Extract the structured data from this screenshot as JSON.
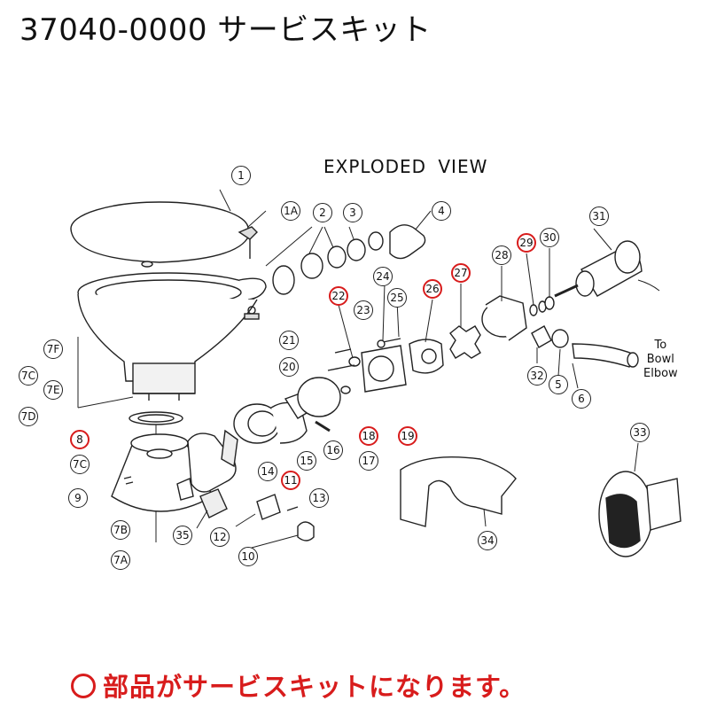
{
  "title": "37040-0000 サービスキット",
  "subtitle": "EXPLODED VIEW",
  "note": "部品がサービスキットになります。",
  "to_bowl": [
    "To",
    "Bowl",
    "Elbow"
  ],
  "highlight_color": "#d81c1c",
  "callouts": [
    {
      "id": "1",
      "label": "1",
      "red": false
    },
    {
      "id": "1A",
      "label": "1A",
      "red": false
    },
    {
      "id": "2",
      "label": "2",
      "red": false
    },
    {
      "id": "3",
      "label": "3",
      "red": false
    },
    {
      "id": "4",
      "label": "4",
      "red": false
    },
    {
      "id": "5",
      "label": "5",
      "red": false
    },
    {
      "id": "6",
      "label": "6",
      "red": false
    },
    {
      "id": "7A",
      "label": "7A",
      "red": false
    },
    {
      "id": "7B",
      "label": "7B",
      "red": false
    },
    {
      "id": "7C-top",
      "label": "7C",
      "red": false
    },
    {
      "id": "7C-bottom",
      "label": "7C",
      "red": false
    },
    {
      "id": "7D",
      "label": "7D",
      "red": false
    },
    {
      "id": "7E",
      "label": "7E",
      "red": false
    },
    {
      "id": "7F",
      "label": "7F",
      "red": false
    },
    {
      "id": "8",
      "label": "8",
      "red": true
    },
    {
      "id": "9",
      "label": "9",
      "red": false
    },
    {
      "id": "10",
      "label": "10",
      "red": false
    },
    {
      "id": "11",
      "label": "11",
      "red": true
    },
    {
      "id": "12",
      "label": "12",
      "red": false
    },
    {
      "id": "13",
      "label": "13",
      "red": false
    },
    {
      "id": "14",
      "label": "14",
      "red": false
    },
    {
      "id": "15",
      "label": "15",
      "red": false
    },
    {
      "id": "16",
      "label": "16",
      "red": false
    },
    {
      "id": "17",
      "label": "17",
      "red": false
    },
    {
      "id": "18",
      "label": "18",
      "red": true
    },
    {
      "id": "19",
      "label": "19",
      "red": true
    },
    {
      "id": "20",
      "label": "20",
      "red": false
    },
    {
      "id": "21",
      "label": "21",
      "red": false
    },
    {
      "id": "22",
      "label": "22",
      "red": true
    },
    {
      "id": "23",
      "label": "23",
      "red": false
    },
    {
      "id": "24",
      "label": "24",
      "red": false
    },
    {
      "id": "25",
      "label": "25",
      "red": false
    },
    {
      "id": "26",
      "label": "26",
      "red": true
    },
    {
      "id": "27",
      "label": "27",
      "red": true
    },
    {
      "id": "28",
      "label": "28",
      "red": false
    },
    {
      "id": "29",
      "label": "29",
      "red": true
    },
    {
      "id": "30",
      "label": "30",
      "red": false
    },
    {
      "id": "31",
      "label": "31",
      "red": false
    },
    {
      "id": "32",
      "label": "32",
      "red": false
    },
    {
      "id": "33",
      "label": "33",
      "red": false
    },
    {
      "id": "34",
      "label": "34",
      "red": false
    },
    {
      "id": "35",
      "label": "35",
      "red": false
    }
  ]
}
